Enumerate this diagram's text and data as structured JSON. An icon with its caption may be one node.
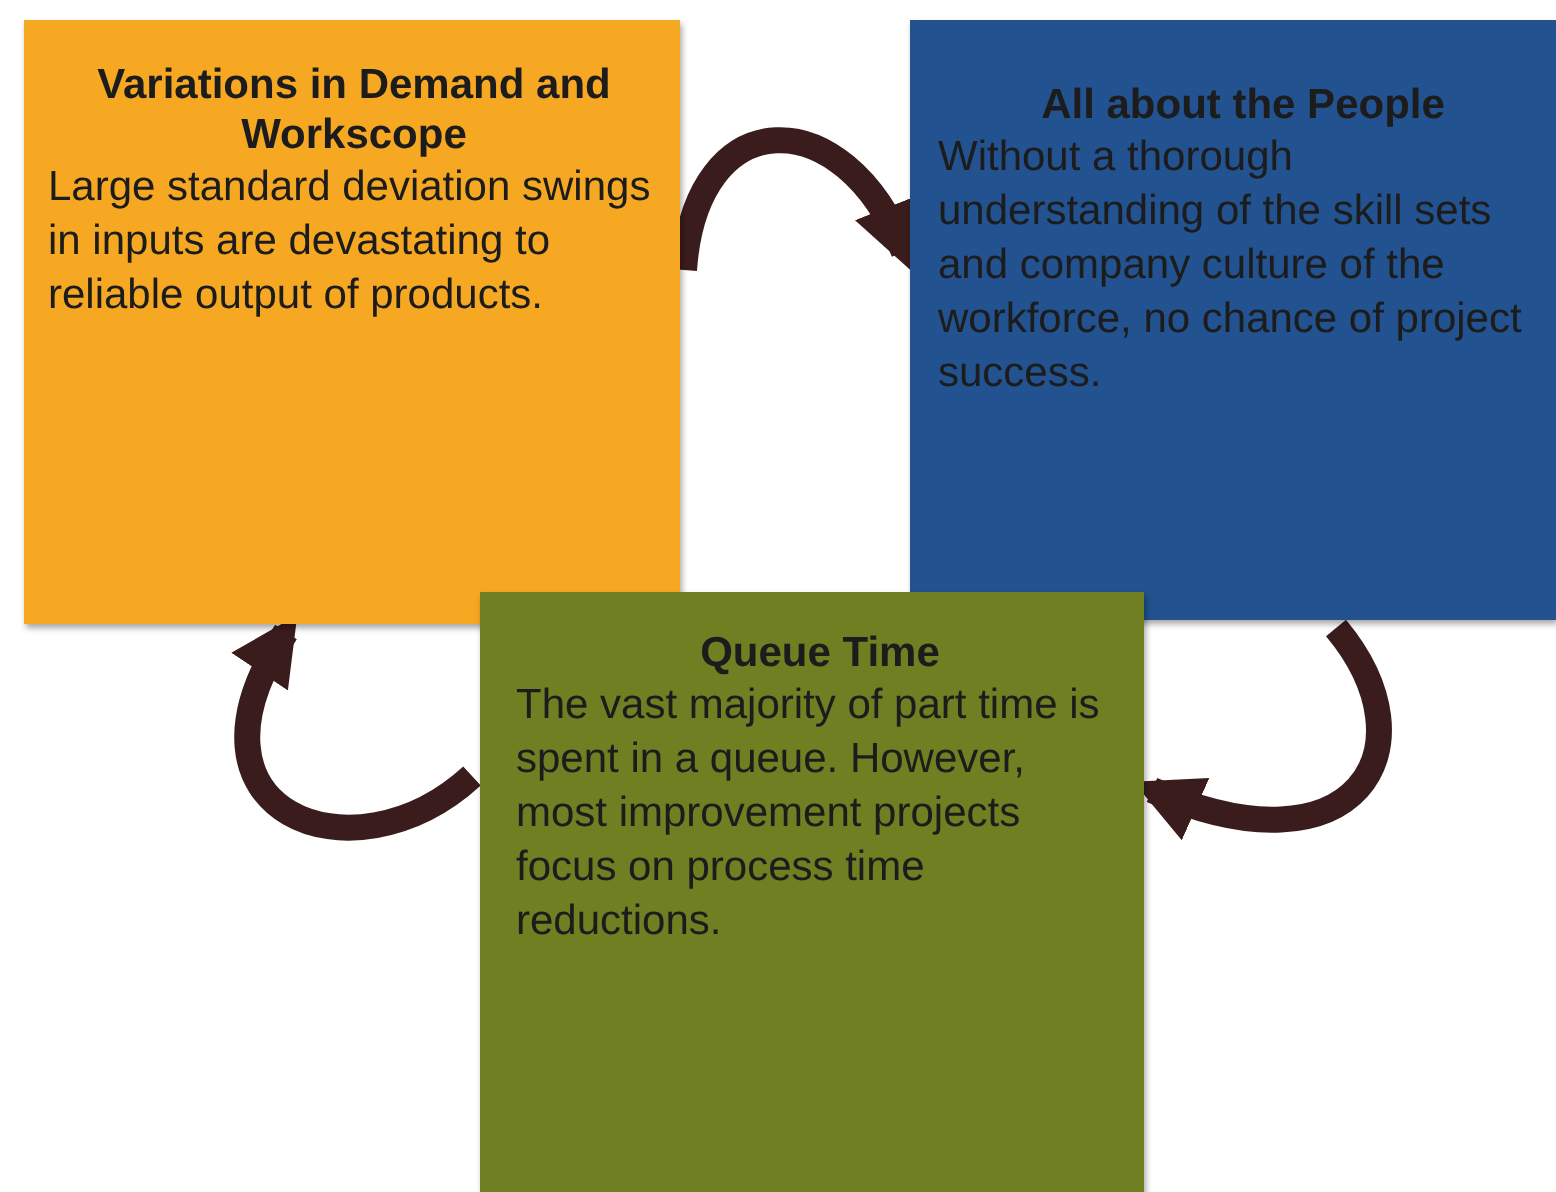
{
  "diagram": {
    "nodes": [
      {
        "text": [
          "Variations in Demand and Workscope",
          "Large standard deviation swings in inputs are devastating to reliable output of products."
        ]
      },
      {
        "text": [
          "All about the People",
          "Without a thorough understanding of the skill sets and company culture of the workforce, no chance of project success."
        ]
      },
      {
        "text": [
          "Queue Time",
          "The vast majority of part time is spent in a queue. However, most improvement projects focus on process time reductions."
        ]
      }
    ],
    "edges": [
      {
        "from": 0,
        "to": 1,
        "arrow": "to"
      },
      {
        "from": 1,
        "to": 2,
        "arrow": "to"
      },
      {
        "from": 2,
        "to": 0,
        "arrow": "to"
      }
    ]
  }
}
